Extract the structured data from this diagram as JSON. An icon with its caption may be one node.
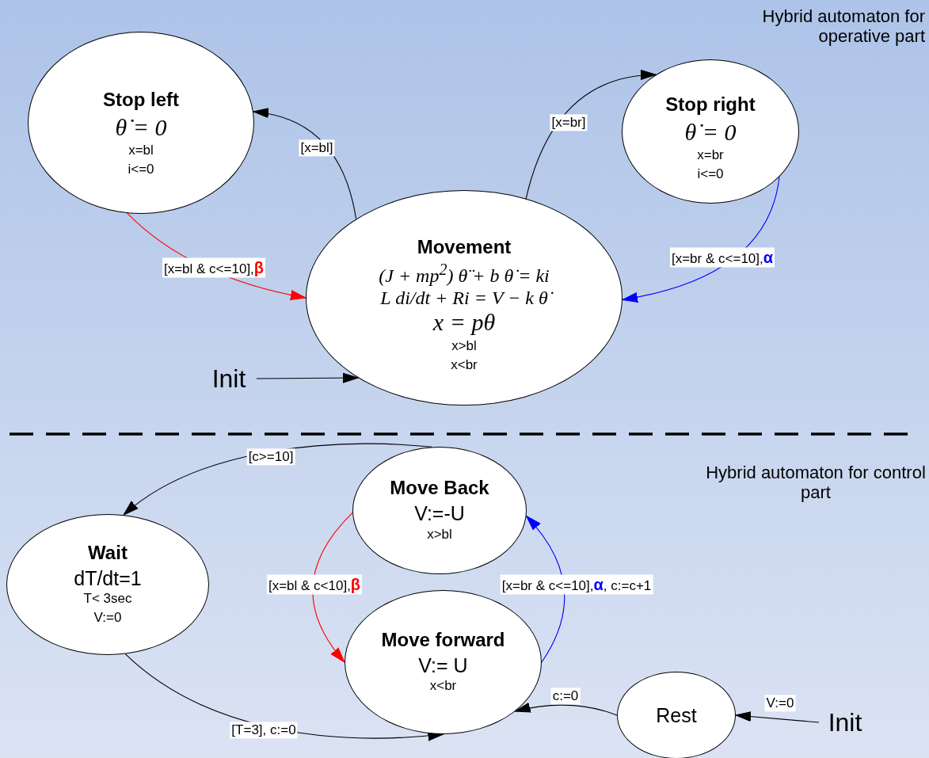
{
  "diagram": {
    "nodes": [
      {
        "text": [
          "Stop left",
          "θ̇ = 0",
          "x=bl",
          "i<=0"
        ]
      },
      {
        "text": [
          "Stop right",
          "θ̇ = 0",
          "x=br",
          "i<=0"
        ]
      },
      {
        "text": [
          "Movement",
          "(J + mp$^{2}$) θ̈ + b θ̇ = ki",
          "L di/dt + Ri = V − k θ̇",
          "x = pθ",
          "x>bl",
          "x<br"
        ]
      },
      {
        "text": [
          "Init"
        ]
      },
      {
        "text": [
          "Move Back",
          "V:=-U",
          "x>bl"
        ]
      },
      {
        "text": [
          "Wait",
          "dT/dt=1",
          "T< 3sec",
          "V:=0"
        ]
      },
      {
        "text": [
          "Move forward",
          "V:= U",
          "x<br"
        ]
      },
      {
        "text": [
          "Rest"
        ]
      },
      {
        "text": [
          "Init"
        ]
      }
    ],
    "edges": [
      {
        "from": 2,
        "to": 0,
        "arrow": "to",
        "label": "[x=bl]"
      },
      {
        "from": 2,
        "to": 1,
        "arrow": "to",
        "label": "[x=br]"
      },
      {
        "from": 0,
        "to": 2,
        "arrow": "to",
        "label": "[x=bl & c<=10],**β**",
        "color": "#ff0000"
      },
      {
        "from": 1,
        "to": 2,
        "arrow": "to",
        "label": "[x=br & c<=10],**α**",
        "color": "#0000ff"
      },
      {
        "from": 3,
        "to": 2,
        "arrow": "to"
      },
      {
        "from": 4,
        "to": 5,
        "arrow": "to",
        "label": "[c>=10]"
      },
      {
        "from": 4,
        "to": 6,
        "arrow": "to",
        "label": "[x=bl & c<10],**β**",
        "color": "#ff0000"
      },
      {
        "from": 6,
        "to": 4,
        "arrow": "to",
        "label": "[x=br & c<=10],**α**, c:=c+1",
        "color": "#0000ff"
      },
      {
        "from": 5,
        "to": 6,
        "arrow": "to",
        "label": "[T=3], c:=0"
      },
      {
        "from": 7,
        "to": 6,
        "arrow": "to",
        "label": "c:=0"
      },
      {
        "from": 8,
        "to": 7,
        "arrow": "to",
        "label": "V:=0"
      }
    ],
    "labels": [
      "Hybrid automaton for operative part",
      "Hybrid automaton for control part"
    ]
  }
}
